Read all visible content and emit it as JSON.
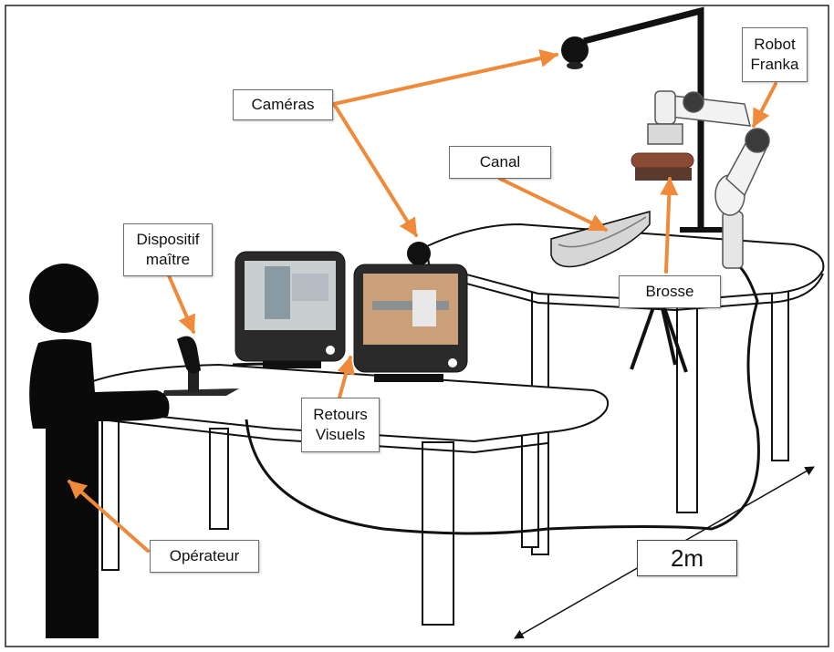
{
  "labels": {
    "cameras": "Caméras",
    "robot": "Robot\nFranka",
    "canal": "Canal",
    "master_device": "Dispositif\nmaître",
    "brush": "Brosse",
    "visual_feedback": "Retours\nVisuels",
    "operator": "Opérateur",
    "distance": "2m"
  },
  "colors": {
    "arrow": "#ee8a3a",
    "outline": "#111111",
    "screen_bezel": "#2a2a2a",
    "brush": "#8a4a33"
  }
}
